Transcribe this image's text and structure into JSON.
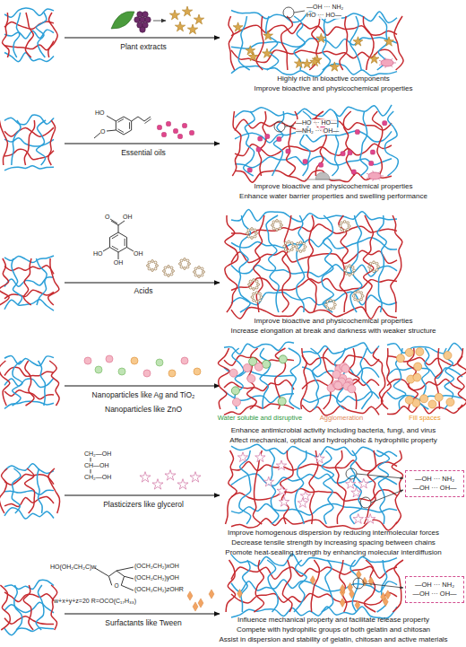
{
  "diagram": {
    "nodes": [
      {
        "text": [
          "—OH ··· NH₂",
          "—OH ··· OH—"
        ]
      },
      {
        "text": [
          "—OH ··· NH₂",
          "—OH ··· OH—"
        ]
      }
    ],
    "labels": [
      "Plant extracts",
      "—OH ··· NH₂",
      "HO ··· HO—",
      "Highly rich in bioactive components",
      "Improve bioactive and physicochemical properties",
      "HO",
      "O",
      "Essential oils",
      "—HO ··· HO—",
      "—NH₂ ··· OH—",
      "Improve bioactive and physicochemical properties",
      "Enhance water barrier properties and swelling performance",
      "O",
      "OH",
      "HO",
      "OH",
      "OH",
      "Acids",
      "Improve bioactive and physicochemical properties",
      "Increase elongation at break and darkness with weaker structure",
      "Nanoparticles like Ag and TiO₂",
      "Nanoparticles like ZnO",
      "Water soluble and disruptive",
      "Agglomeration",
      "Fill spaces",
      "Enhance antimicrobial activity including bacteria, fungi, and virus",
      "Affect mechanical, optical and hydrophobic & hydrophilic property",
      "CH₂—OH",
      "CH—OH",
      "CH₂—OH",
      "Plasticizers like glycerol",
      "Improve homogenous dispersion by reducing intermolecular forces",
      "Decrease tensile strength by increasing spacing between chains",
      "Promote heat-sealing strength by enhancing molecular interdiffusion",
      "HO(OH₂CH₂C)w",
      "(OCH₂CH₂)xOH",
      "(OCH₂CH₂)yOH",
      "(OCH₂CH₂)zOHR",
      "O",
      "w+x+y+z=20 R=OCO(C₁₇H₃₃)",
      "Surfactants like Tween",
      "Influence mechanical property and facilitate release property",
      "Compete with hydrophilic groups of both gelatin and chitosan",
      "Assist in dispersion and stability of gelatin, chitosan and active materials"
    ]
  }
}
